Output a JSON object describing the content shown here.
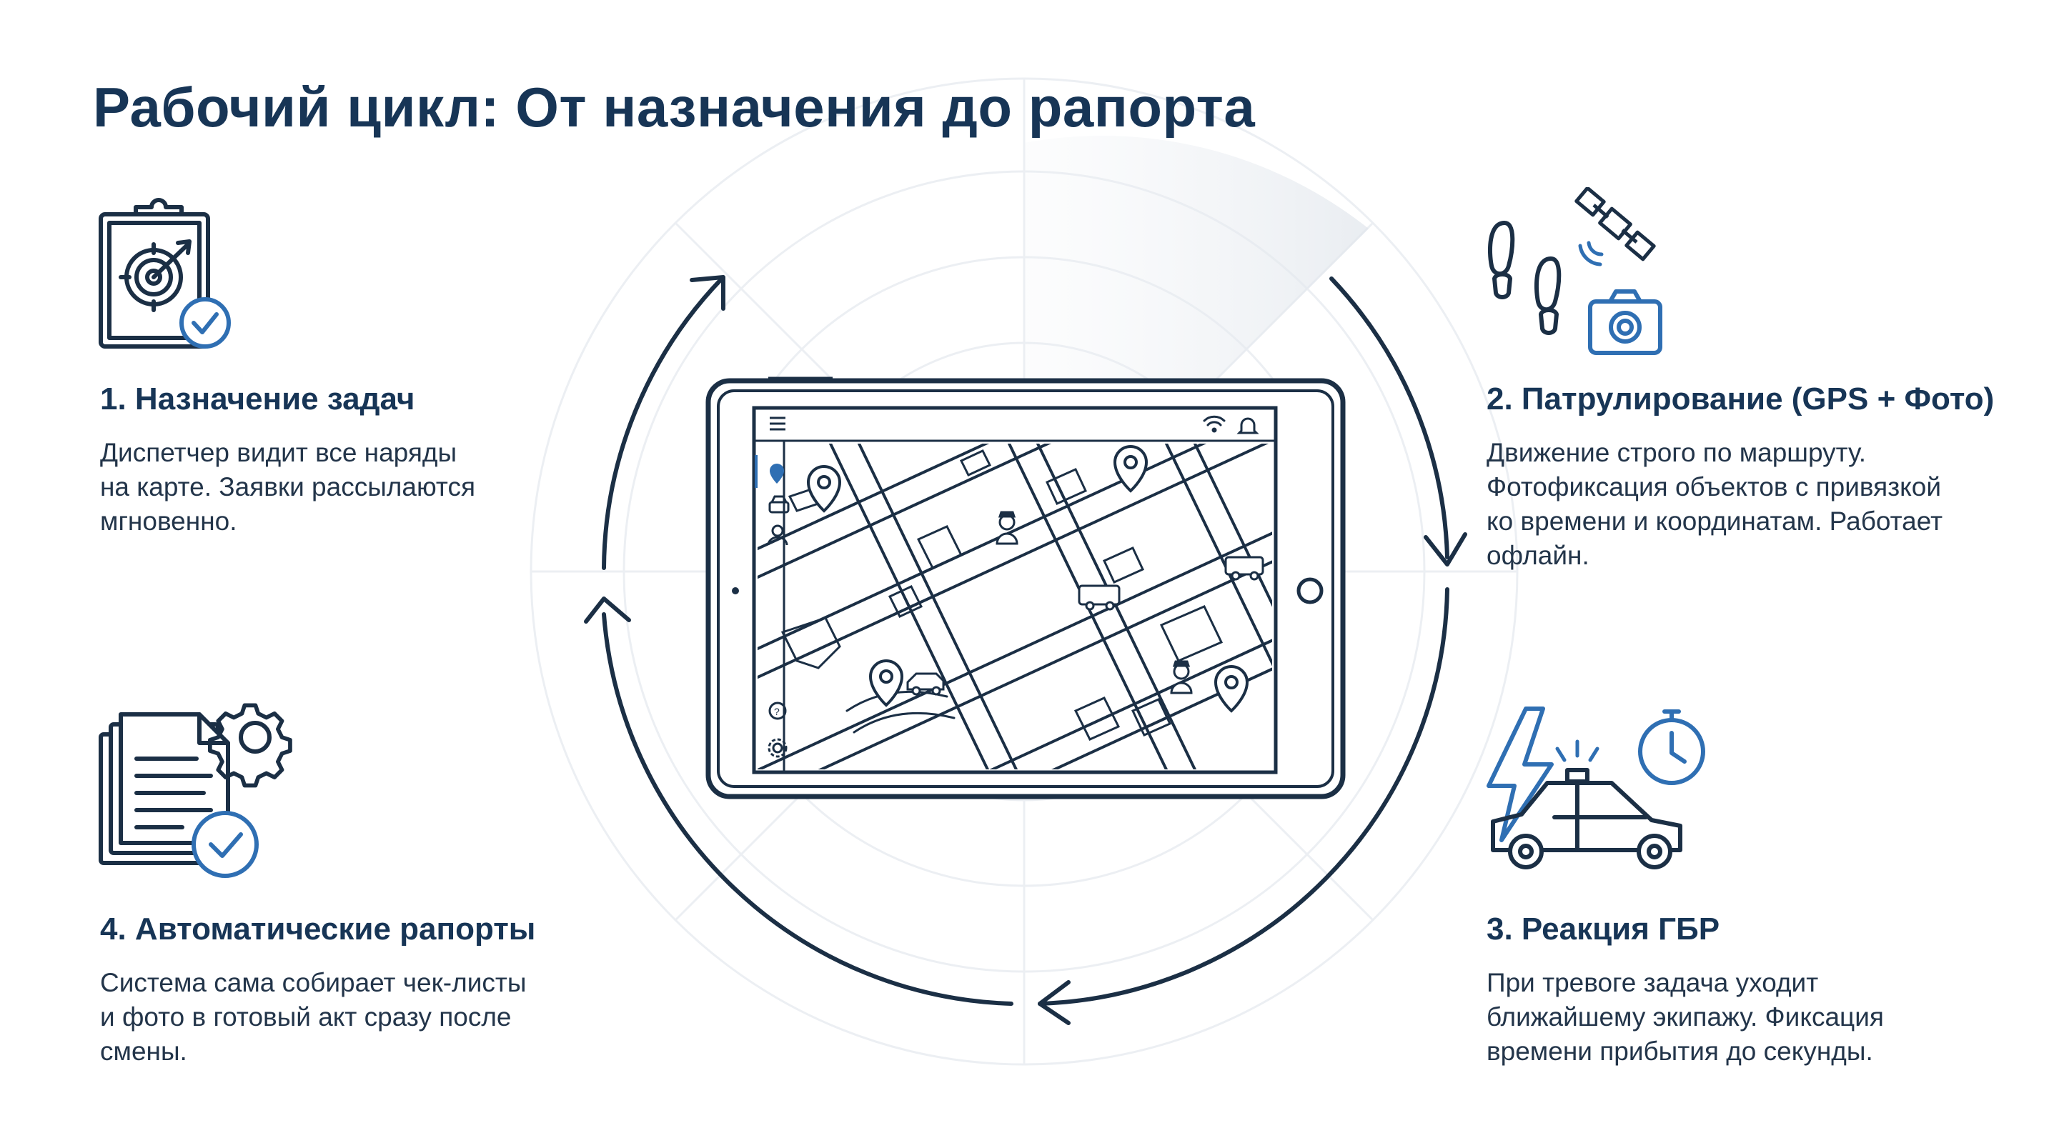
{
  "title": "Рабочий цикл: От назначения до рапорта",
  "steps": [
    {
      "title": "1. Назначение задач",
      "lines": [
        "Диспетчер видит все наряды",
        "на карте. Заявки рассылаются",
        "мгновенно."
      ],
      "icon": "clipboard-target-check-icon"
    },
    {
      "title": "2. Патрулирование (GPS + Фото)",
      "lines": [
        "Движение строго по маршруту.",
        "Фотофиксация объектов с привязкой",
        "ко времени и координатам. Работает",
        "офлайн."
      ],
      "icon": "footprints-satellite-camera-icon"
    },
    {
      "title": "3. Реакция ГБР",
      "lines": [
        "При тревоге задача уходит",
        "ближайшему экипажу. Фиксация",
        "времени прибытия до секунды."
      ],
      "icon": "lightning-car-stopwatch-icon"
    },
    {
      "title": "4. Автоматические рапорты",
      "lines": [
        "Система сама собирает чек-листы",
        "и фото в готовый акт сразу после",
        "смены."
      ],
      "icon": "documents-gear-check-icon"
    }
  ],
  "colors": {
    "navy": "#173556",
    "accent": "#2f6fb3",
    "line": "#1b2f45",
    "radar": "#e6e9ee"
  },
  "tablet": {
    "sidebar_icons": [
      "map-pin-icon",
      "car-icon",
      "user-icon",
      "help-icon",
      "settings-icon"
    ],
    "status_icons": [
      "menu-icon",
      "wifi-icon",
      "bell-icon"
    ]
  }
}
